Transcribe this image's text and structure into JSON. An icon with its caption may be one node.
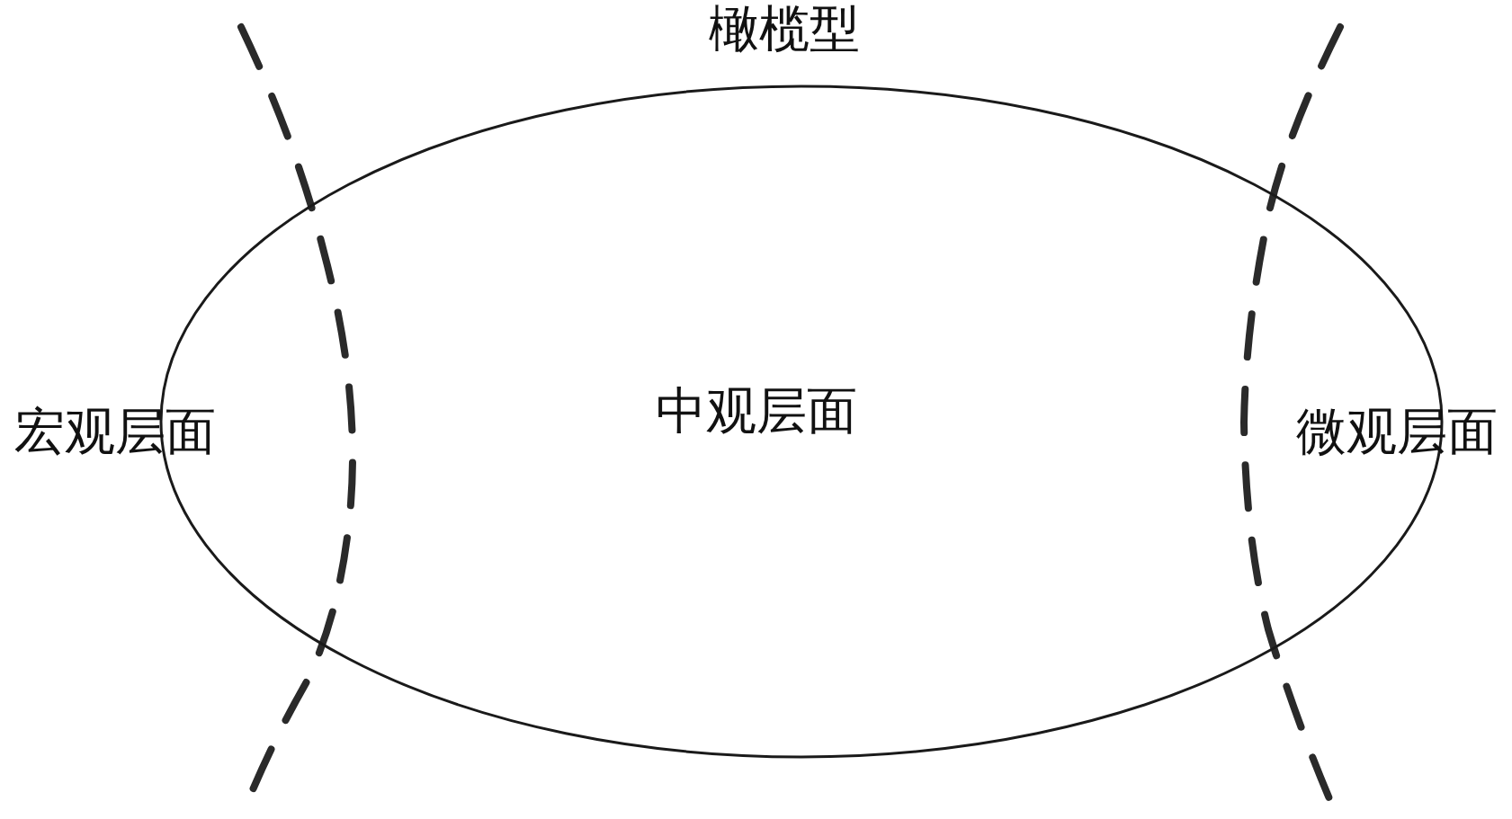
{
  "diagram": {
    "title": "橄榄型",
    "nodes": [
      {
        "text": [
          "中观层面"
        ]
      }
    ],
    "labels": [
      "宏观层面",
      "微观层面"
    ]
  }
}
